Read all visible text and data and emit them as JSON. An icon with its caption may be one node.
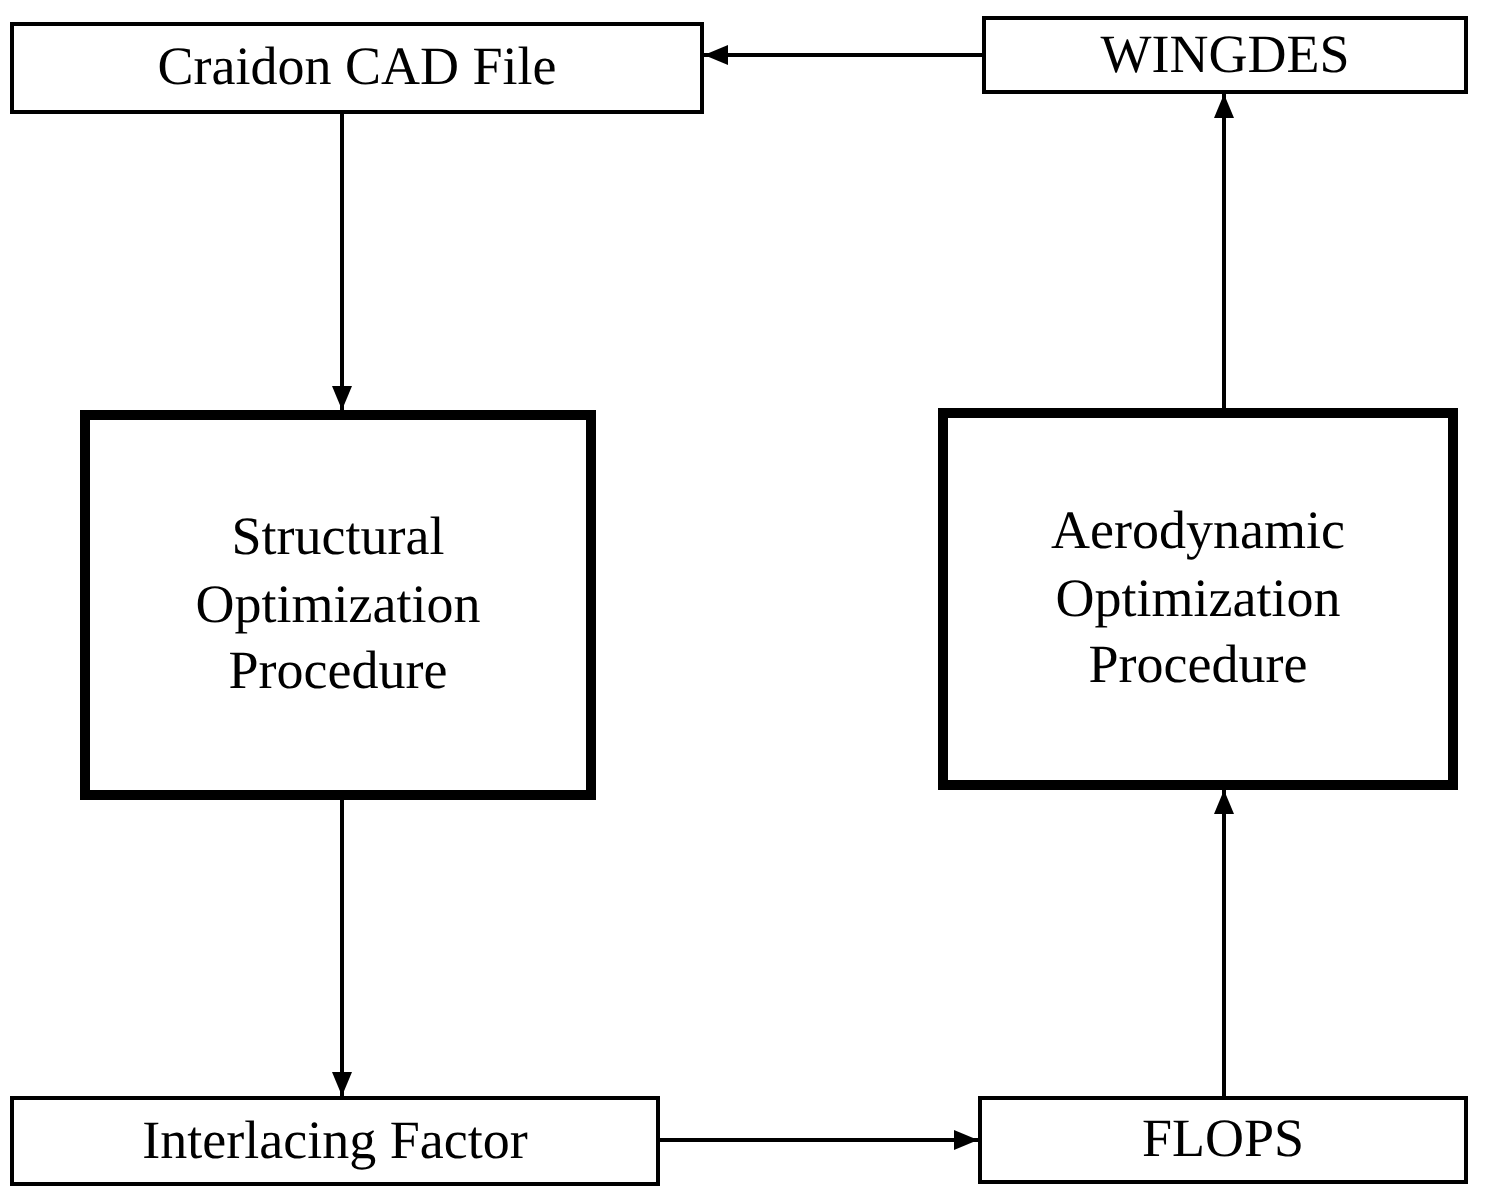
{
  "diagram": {
    "nodes": [
      {
        "text": [
          "Craidon CAD File"
        ]
      },
      {
        "text": [
          "WINGDES"
        ]
      },
      {
        "text": [
          "Structural Optimization Procedure"
        ]
      },
      {
        "text": [
          "Aerodynamic Optimization Procedure"
        ]
      },
      {
        "text": [
          "Interlacing Factor"
        ]
      },
      {
        "text": [
          "FLOPS"
        ]
      }
    ],
    "edges": [
      {
        "from": 1,
        "to": 0,
        "arrow": "to"
      },
      {
        "from": 0,
        "to": 2,
        "arrow": "to"
      },
      {
        "from": 2,
        "to": 4,
        "arrow": "to"
      },
      {
        "from": 4,
        "to": 5,
        "arrow": "to"
      },
      {
        "from": 5,
        "to": 3,
        "arrow": "to"
      },
      {
        "from": 3,
        "to": 1,
        "arrow": "to"
      }
    ]
  }
}
